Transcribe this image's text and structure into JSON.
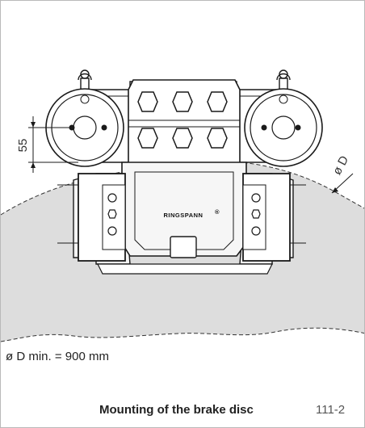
{
  "drawing": {
    "dim_55": "55",
    "dim_diameter": "ø D",
    "brand": "RINGSPANN",
    "brand_mark": "®",
    "min_diameter": "ø D min. = 900 mm"
  },
  "footer": {
    "caption": "Mounting of the brake disc",
    "figure_number": "111-2"
  },
  "colors": {
    "disc_fill": "#dddddd",
    "line": "#1a1a1a",
    "border": "#b9b9b9"
  }
}
